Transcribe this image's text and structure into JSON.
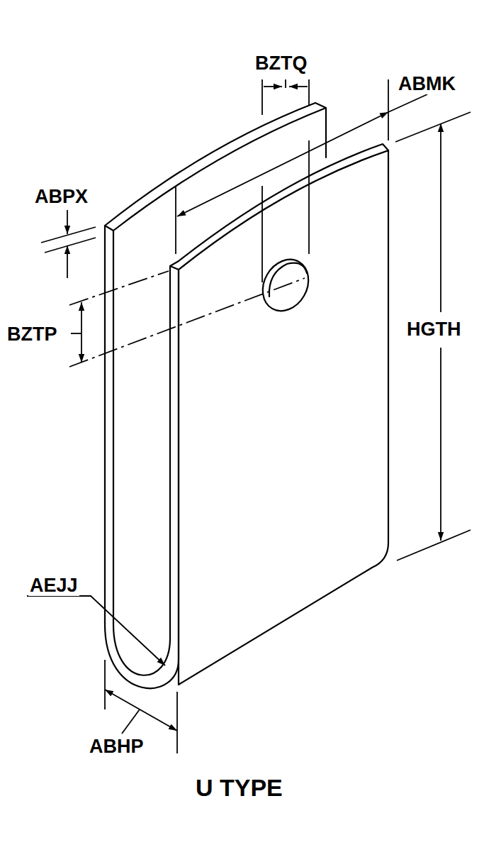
{
  "diagram": {
    "caption": "U TYPE",
    "labels": [
      "BZTQ",
      "ABMK",
      "ABPX",
      "BZTP",
      "HGTH",
      "AEJJ",
      "ABHP"
    ]
  }
}
